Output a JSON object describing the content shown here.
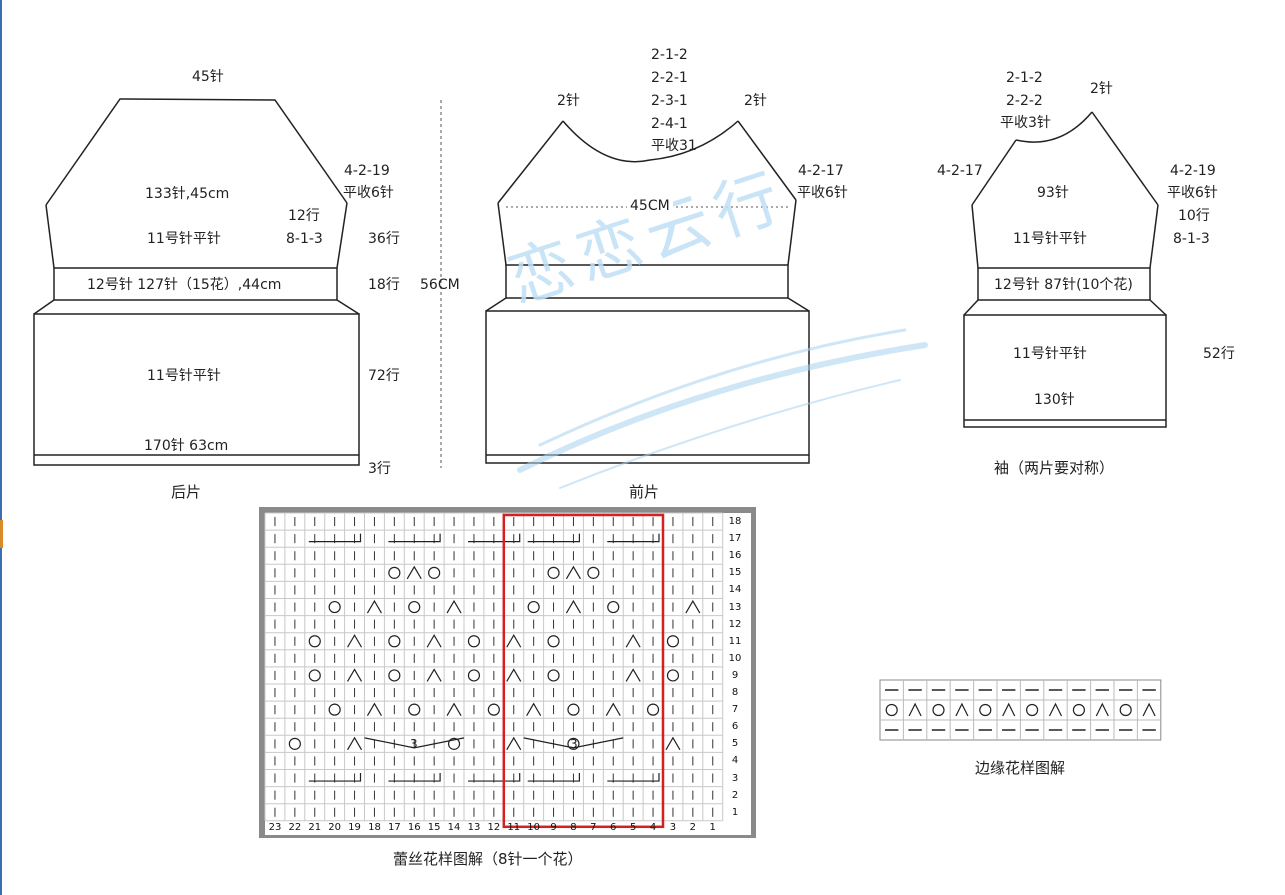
{
  "back_panel": {
    "top_stitches": "45针",
    "body_label": "133针,45cm",
    "right_dec": "4-2-19",
    "right_bind": "平收6针",
    "rows_12": "12行",
    "needle_upper": "11号针平针",
    "inc_rule": "8-1-3",
    "rows_36": "36行",
    "rib_label": "12号针 127针（15花）,44cm",
    "rows_18": "18行",
    "needle_lower": "11号针平针",
    "rows_72": "72行",
    "bottom_label": "170针 63cm",
    "rows_3": "3行",
    "caption": "后片"
  },
  "center": {
    "height_label": "56CM"
  },
  "front_panel": {
    "neck_lines": [
      "2-1-2",
      "2-2-1",
      "2-3-1",
      "2-4-1",
      "平收31"
    ],
    "left_neck": "2针",
    "right_neck": "2针",
    "right_dec": "4-2-17",
    "right_bind": "平收6针",
    "width_label": "45CM",
    "caption": "前片"
  },
  "sleeve": {
    "top_lines": [
      "2-1-2",
      "2-2-2",
      "平收3针"
    ],
    "top_right": "2针",
    "left_dec": "4-2-17",
    "body_count": "93针",
    "right_dec": "4-2-19",
    "right_bind": "平收6针",
    "rows_10": "10行",
    "needle_upper": "11号针平针",
    "inc_rule": "8-1-3",
    "rib_label": "12号针 87针(10个花)",
    "needle_lower": "11号针平针",
    "rows_52": "52行",
    "bottom_count": "130针",
    "caption": "袖（两片要对称）"
  },
  "watermark": "恋恋云行",
  "lace_chart": {
    "caption": "蕾丝花样图解（8针一个花）",
    "rows": [
      "1",
      "2",
      "3",
      "4",
      "5",
      "6",
      "7",
      "8",
      "9",
      "10",
      "11",
      "12",
      "13",
      "14",
      "15",
      "16",
      "17",
      "18"
    ],
    "cols": [
      "23",
      "22",
      "21",
      "20",
      "19",
      "18",
      "17",
      "16",
      "15",
      "14",
      "13",
      "12",
      "11",
      "10",
      "9",
      "8",
      "7",
      "6",
      "5",
      "4",
      "3",
      "2",
      "1"
    ],
    "cable_mark": "3",
    "repeat_color": "#d42020"
  },
  "edge_chart": {
    "caption": "边缘花样图解"
  }
}
